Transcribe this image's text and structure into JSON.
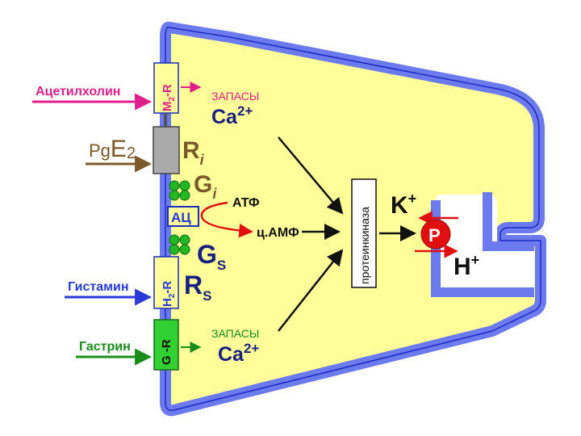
{
  "ligands": {
    "acetylcholine": "Ацетилхолин",
    "pge_base": "Pg",
    "pge_e": "E",
    "pge_sub": "2",
    "histamine": "Гистамин",
    "gastrin": "Гастрин"
  },
  "receptors": {
    "m2_main": "M",
    "m2_sub": "2",
    "m2_tail": "-R",
    "h2_main": "H",
    "h2_sub": "2",
    "h2_tail": "-R",
    "g": "G -R"
  },
  "cell": {
    "stores_top_label": "ЗАПАСЫ",
    "ca_top": "Ca",
    "ca_top_sup": "2+",
    "ri_main": "R",
    "ri_sub": "i",
    "gi_main": "G",
    "gi_sub": "i",
    "atp": "АТФ",
    "ac": "АЦ",
    "camp": "ц.АМФ",
    "gs_main": "G",
    "gs_sub": "S",
    "rs_main": "R",
    "rs_sub": "S",
    "stores_bottom_label": "ЗАПАСЫ",
    "ca_bottom": "Ca",
    "ca_bottom_sup": "2+",
    "protein_kinase": "протеинкиназа"
  },
  "pump": {
    "k_main": "K",
    "k_sup": "+",
    "p": "P",
    "h_main": "H",
    "h_sup": "+"
  },
  "colors": {
    "cell_fill": "#ffff99",
    "membrane": "#6b7bee",
    "membrane_dark": "#1e2cc0",
    "acetylcholine": "#e0208a",
    "pge": "#7a5a2a",
    "histamine": "#2a3ad8",
    "gastrin": "#1a8c1a",
    "g_receptor_fill": "#33d033",
    "g_protein": "#22b822",
    "ri_color": "#7a5a2a",
    "navy": "#1a2080",
    "red": "#e01010",
    "black": "#111111"
  }
}
